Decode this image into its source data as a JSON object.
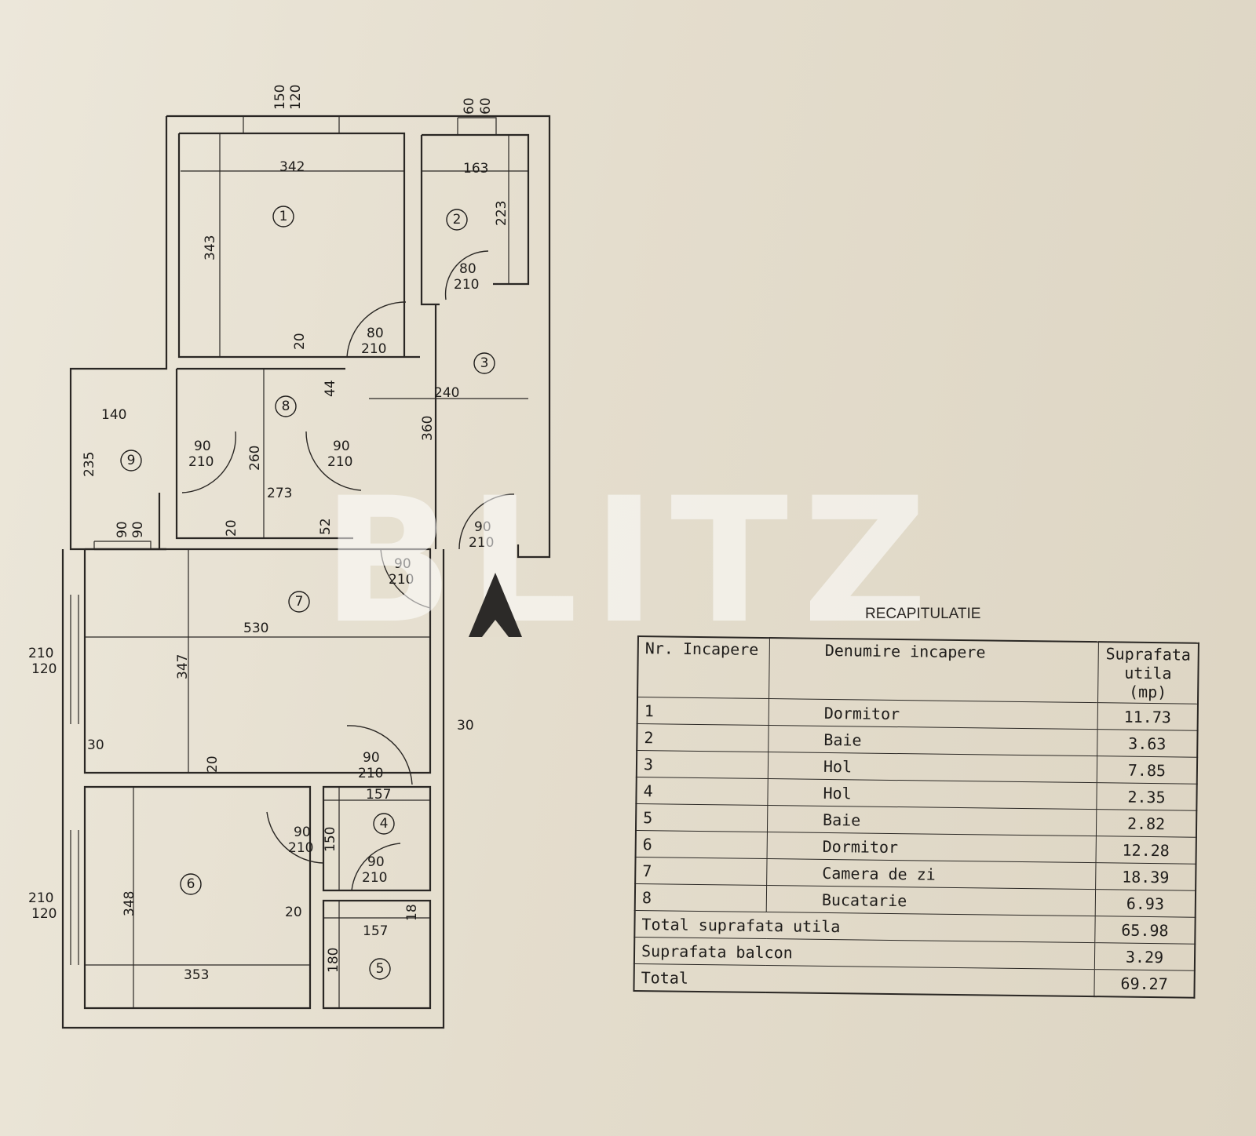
{
  "watermark": "BLITZ",
  "plan": {
    "rooms": [
      "1",
      "2",
      "3",
      "4",
      "5",
      "6",
      "7",
      "8",
      "9"
    ],
    "dims": {
      "win_top_a": "150",
      "win_top_b": "120",
      "win_top2_a": "60",
      "win_top2_b": "60",
      "r1_w": "342",
      "r1_h": "343",
      "r2_w": "163",
      "r2_h": "223",
      "d_r2_w": "80",
      "d_r2_h": "210",
      "d_r1_w": "80",
      "d_r1_h": "210",
      "wall_20_a": "20",
      "r3_w": "240",
      "r3_h": "360",
      "r8_44": "44",
      "r9_w": "140",
      "r9_h": "235",
      "d_r9_w": "90",
      "d_r9_h": "210",
      "r8_260": "260",
      "r8_w": "273",
      "d_r8_w": "90",
      "d_r8_h": "210",
      "win_r9_a": "90",
      "win_r9_b": "90",
      "wall_20_b": "20",
      "r8_52": "52",
      "d_r3_w": "90",
      "d_r3_h": "210",
      "d_r7_w": "90",
      "d_r7_h": "210",
      "r7_w": "530",
      "r7_h": "347",
      "win_left_a": "210",
      "win_left_b": "120",
      "wall_30_a": "30",
      "wall_30_b": "30",
      "wall_20_c": "20",
      "d_r4_w": "90",
      "d_r4_h": "210",
      "r4_w": "157",
      "r4_h": "150",
      "d_r6_w": "90",
      "d_r6_h": "210",
      "d_r5_w": "90",
      "d_r5_h": "210",
      "win_left2_a": "210",
      "win_left2_b": "120",
      "r6_h": "348",
      "r6_w": "353",
      "wall_20_d": "20",
      "r5_18": "18",
      "r5_w": "157",
      "r5_h": "180"
    }
  },
  "recap": {
    "title": "RECAPITULATIE",
    "headers": [
      "Nr. Incapere",
      "Denumire incapere",
      "Suprafata utila (mp)"
    ],
    "rows": [
      {
        "nr": "1",
        "name": "Dormitor",
        "area": "11.73"
      },
      {
        "nr": "2",
        "name": "Baie",
        "area": "3.63"
      },
      {
        "nr": "3",
        "name": "Hol",
        "area": "7.85"
      },
      {
        "nr": "4",
        "name": "Hol",
        "area": "2.35"
      },
      {
        "nr": "5",
        "name": "Baie",
        "area": "2.82"
      },
      {
        "nr": "6",
        "name": "Dormitor",
        "area": "12.28"
      },
      {
        "nr": "7",
        "name": "Camera de zi",
        "area": "18.39"
      },
      {
        "nr": "8",
        "name": "Bucatarie",
        "area": "6.93"
      }
    ],
    "totals": [
      {
        "label": "Total suprafata utila",
        "area": "65.98"
      },
      {
        "label": "Suprafata balcon",
        "area": "3.29"
      },
      {
        "label": "Total",
        "area": "69.27"
      }
    ]
  }
}
